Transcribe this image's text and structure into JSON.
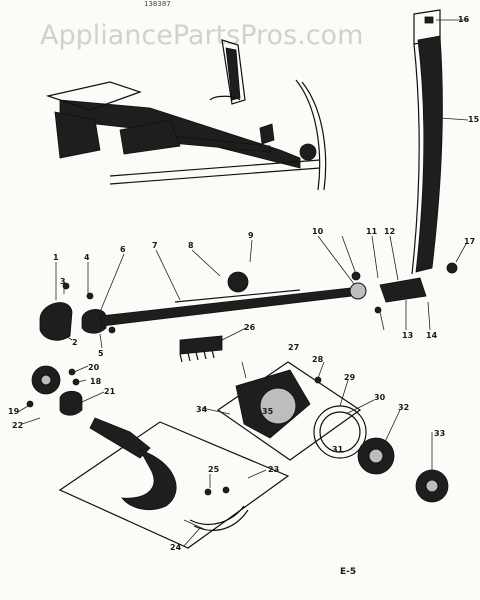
{
  "watermark": "AppliancePartsPros.com",
  "top_code": "138387",
  "page_code": "E-5",
  "callouts": [
    "1",
    "2",
    "3",
    "4",
    "5",
    "6",
    "7",
    "8",
    "9",
    "10",
    "11",
    "12",
    "13",
    "14",
    "15",
    "16",
    "17",
    "18",
    "19",
    "20",
    "21",
    "22",
    "23",
    "24",
    "25",
    "26",
    "27",
    "28",
    "29",
    "30",
    "31",
    "32",
    "33",
    "34",
    "35"
  ],
  "colors": {
    "ink": "#1e1e1e",
    "paper": "#fbfbf8",
    "watermark": "#c9c9c9"
  }
}
